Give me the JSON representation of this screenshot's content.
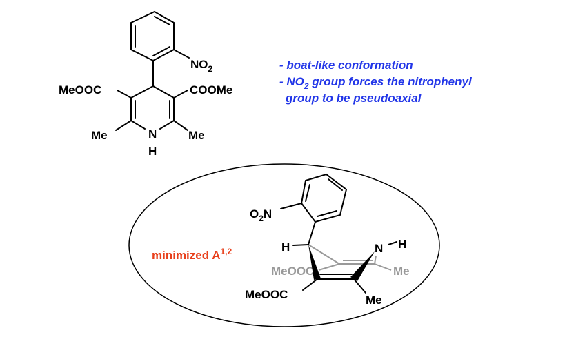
{
  "top_structure": {
    "nitro": {
      "main": "NO",
      "sub": "2"
    },
    "ester_left": "MeOOC",
    "ester_right": "COOMe",
    "methyl_left": "Me",
    "methyl_right": "Me",
    "nitrogen": "N",
    "hydrogen": "H"
  },
  "notes": {
    "line1": "- boat-like conformation",
    "line2_pre": "- NO",
    "line2_sub": "2",
    "line2_post": " group forces the nitrophenyl",
    "line3": "group to be pseudoaxial"
  },
  "conformer": {
    "label_main": "minimized A",
    "label_sup": "1,2",
    "nitro": {
      "o": "O",
      "sub": "2",
      "n": "N"
    },
    "h_c4": "H",
    "nitrogen": "N",
    "h_n": "H",
    "ester_front": "MeOOC",
    "ester_back": "MeOOC",
    "methyl_front": "Me",
    "methyl_back": "Me"
  },
  "colors": {
    "note": "#2236e8",
    "label": "#e8401c",
    "back_atoms": "#999999"
  }
}
